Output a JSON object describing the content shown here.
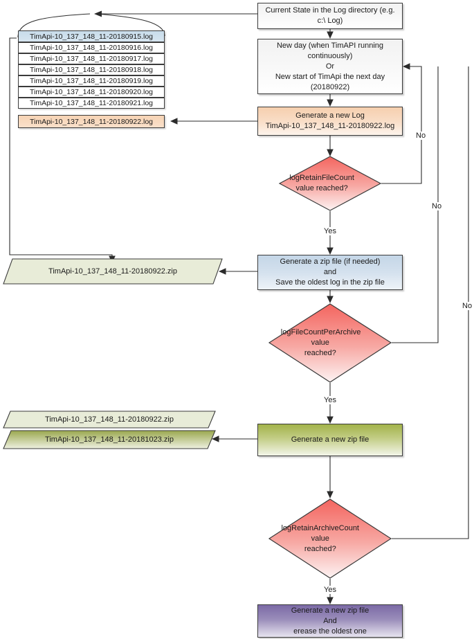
{
  "diagram": {
    "title": "Log rotation and archiving flow",
    "colors": {
      "decision_fill_top": "#f4655f",
      "decision_fill_bottom": "#fdf2f2",
      "process_grey": "#f4f4f4",
      "process_orange": "#f6cfae",
      "process_blue": "#c4d6e7",
      "process_green": "#a2b24a",
      "process_purple": "#7b6aa5",
      "archive_olive": "#e8ecd8",
      "archive_olive_dark": "#9aa84e",
      "file_highlight_blue": "#c8dcea",
      "file_highlight_orange": "#f6d3b4",
      "connector": "#2b2b2b"
    }
  },
  "nodes": {
    "current_state": {
      "label": "Current State in the Log directory (e.g. c:\\ Log)"
    },
    "new_day": {
      "line1": "New day (when TimAPI running",
      "line2": "continuously)",
      "line3": "Or",
      "line4": "New start of TimApi the next day",
      "line5": "(20180922)"
    },
    "generate_log": {
      "line1": "Generate a new Log",
      "line2": "TimApi-10_137_148_11-20180922.log"
    },
    "decision_retain_file_count": {
      "line1": "logRetainFileCount",
      "line2": "value reached?"
    },
    "generate_zip_if_needed": {
      "line1": "Generate a zip file (if needed)",
      "line2": "and",
      "line3": "Save the oldest log in the zip file"
    },
    "decision_file_count_per_archive": {
      "line1": "logFileCountPerArchive value",
      "line2": "reached?"
    },
    "generate_new_zip": {
      "label": "Generate a new zip file"
    },
    "decision_retain_archive_count": {
      "line1": "logRetainArchiveCount value",
      "line2": "reached?"
    },
    "generate_new_zip_erase": {
      "line1": "Generate a new zip file",
      "line2": "And",
      "line3": "erease the oldest one"
    }
  },
  "log_files": [
    {
      "name": "TimApi-10_137_148_11-20180915.log",
      "style": "blue"
    },
    {
      "name": "TimApi-10_137_148_11-20180916.log",
      "style": "plain"
    },
    {
      "name": "TimApi-10_137_148_11-20180917.log",
      "style": "plain"
    },
    {
      "name": "TimApi-10_137_148_11-20180918.log",
      "style": "plain"
    },
    {
      "name": "TimApi-10_137_148_11-20180919.log",
      "style": "plain"
    },
    {
      "name": "TimApi-10_137_148_11-20180920.log",
      "style": "plain"
    },
    {
      "name": "TimApi-10_137_148_11-20180921.log",
      "style": "plain"
    }
  ],
  "new_log_file": {
    "name": "TimApi-10_137_148_11-20180922.log",
    "style": "orange"
  },
  "archives": {
    "single": {
      "name": "TimApi-10_137_148_11-20180922.zip"
    },
    "stack": [
      {
        "name": "TimApi-10_137_148_11-20180922.zip",
        "style": "light"
      },
      {
        "name": "TimApi-10_137_148_11-20181023.zip",
        "style": "dark"
      }
    ]
  },
  "edge_labels": {
    "no_1": "No",
    "no_2": "No",
    "no_3": "No",
    "yes_1": "Yes",
    "yes_2": "Yes",
    "yes_3": "Yes"
  }
}
